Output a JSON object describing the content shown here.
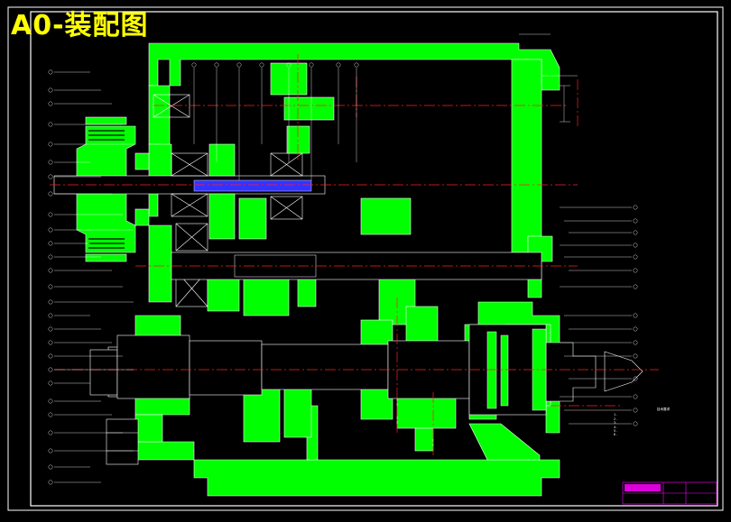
{
  "drawing": {
    "title": "A0-装配图"
  },
  "colors": {
    "background": "#000000",
    "section_fill": "#00ff00",
    "outline": "#ffffff",
    "centerline": "#ff0000",
    "leader": "#ffffff",
    "dimension": "#00ffff",
    "title_text": "#ffff00",
    "title_block": "#ff00ff"
  },
  "technical_notes": {
    "heading": "技术要求",
    "lines": [
      "1.",
      "2.",
      "3.",
      "4.",
      "5.",
      "6."
    ]
  },
  "title_block": {
    "cells": [
      "",
      "",
      "",
      ""
    ]
  }
}
